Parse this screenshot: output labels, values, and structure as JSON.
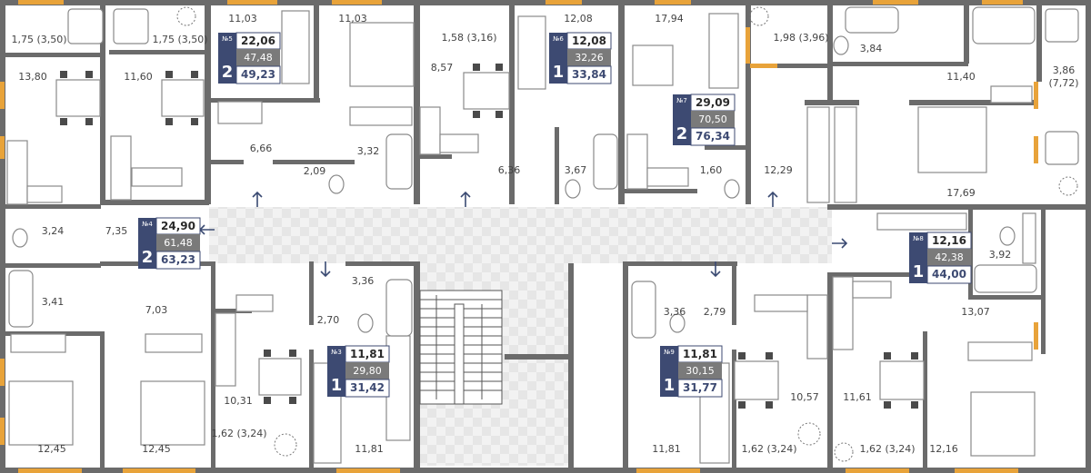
{
  "apartments": [
    {
      "id": "a5",
      "number": "№5",
      "rooms": "2",
      "living": "22,06",
      "total": "47,48",
      "price": "49,23"
    },
    {
      "id": "a6",
      "number": "№6",
      "rooms": "1",
      "living": "12,08",
      "total": "32,26",
      "price": "33,84"
    },
    {
      "id": "a7",
      "number": "№7",
      "rooms": "2",
      "living": "29,09",
      "total": "70,50",
      "price": "76,34"
    },
    {
      "id": "a4",
      "number": "№4",
      "rooms": "2",
      "living": "24,90",
      "total": "61,48",
      "price": "63,23"
    },
    {
      "id": "a8",
      "number": "№8",
      "rooms": "1",
      "living": "12,16",
      "total": "42,38",
      "price": "44,00"
    },
    {
      "id": "a3",
      "number": "№3",
      "rooms": "1",
      "living": "11,81",
      "total": "29,80",
      "price": "31,42"
    },
    {
      "id": "a9",
      "number": "№9",
      "rooms": "1",
      "living": "11,81",
      "total": "30,15",
      "price": "31,77"
    }
  ],
  "rooms": [
    {
      "id": "r01",
      "text": "1,75 (3,50)"
    },
    {
      "id": "r02",
      "text": "1,75 (3,50)"
    },
    {
      "id": "r03",
      "text": "11,03"
    },
    {
      "id": "r04",
      "text": "11,03"
    },
    {
      "id": "r05",
      "text": "1,58 (3,16)"
    },
    {
      "id": "r06",
      "text": "12,08"
    },
    {
      "id": "r07",
      "text": "17,94"
    },
    {
      "id": "r08",
      "text": "1,98 (3,96)"
    },
    {
      "id": "r09",
      "text": "3,84"
    },
    {
      "id": "r10",
      "text": "3,86"
    },
    {
      "id": "r11",
      "text": "(7,72)"
    },
    {
      "id": "r12",
      "text": "13,80"
    },
    {
      "id": "r13",
      "text": "11,60"
    },
    {
      "id": "r14",
      "text": "8,57"
    },
    {
      "id": "r15",
      "text": "11,40"
    },
    {
      "id": "r16",
      "text": "6,66"
    },
    {
      "id": "r17",
      "text": "3,32"
    },
    {
      "id": "r18",
      "text": "2,09"
    },
    {
      "id": "r19",
      "text": "6,36"
    },
    {
      "id": "r20",
      "text": "3,67"
    },
    {
      "id": "r21",
      "text": "1,60"
    },
    {
      "id": "r22",
      "text": "12,29"
    },
    {
      "id": "r23",
      "text": "17,69"
    },
    {
      "id": "r24",
      "text": "3,24"
    },
    {
      "id": "r25",
      "text": "7,35"
    },
    {
      "id": "r26",
      "text": "3,92"
    },
    {
      "id": "r27",
      "text": "3,41"
    },
    {
      "id": "r28",
      "text": "3,36"
    },
    {
      "id": "r29",
      "text": "3,36"
    },
    {
      "id": "r30",
      "text": "2,79"
    },
    {
      "id": "r31",
      "text": "7,03"
    },
    {
      "id": "r32",
      "text": "2,70"
    },
    {
      "id": "r33",
      "text": "13,07"
    },
    {
      "id": "r34",
      "text": "10,31"
    },
    {
      "id": "r35",
      "text": "10,57"
    },
    {
      "id": "r36",
      "text": "11,61"
    },
    {
      "id": "r37",
      "text": "1,62 (3,24)"
    },
    {
      "id": "r38",
      "text": "1,62 (3,24)"
    },
    {
      "id": "r39",
      "text": "1,62 (3,24)"
    },
    {
      "id": "r40",
      "text": "12,45"
    },
    {
      "id": "r41",
      "text": "12,45"
    },
    {
      "id": "r42",
      "text": "11,81"
    },
    {
      "id": "r43",
      "text": "11,81"
    },
    {
      "id": "r44",
      "text": "12,16"
    }
  ],
  "colors": {
    "badge_dark": "#3d4a72",
    "badge_gray": "#7a7a7a",
    "wall": "#6b6b6b",
    "window": "#e8a33a",
    "corridor": "#ececec"
  }
}
